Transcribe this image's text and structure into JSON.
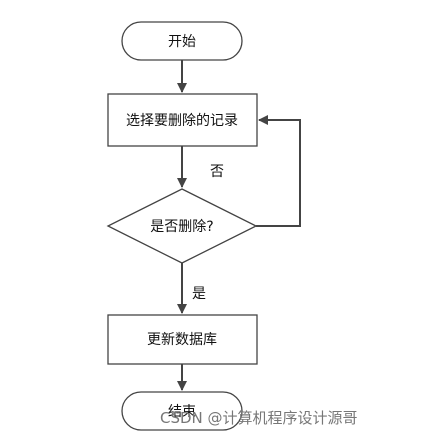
{
  "diagram": {
    "nodes": {
      "start": "开始",
      "select": "选择要删除的记录",
      "decision": "是否删除?",
      "update": "更新数据库",
      "end": "结束"
    },
    "edges": {
      "no_label": "否",
      "yes_label": "是"
    }
  },
  "watermark": "CSDN @计算机程序设计源哥",
  "colors": {
    "stroke": "#444444",
    "text": "#111111",
    "watermark": "#777777"
  }
}
